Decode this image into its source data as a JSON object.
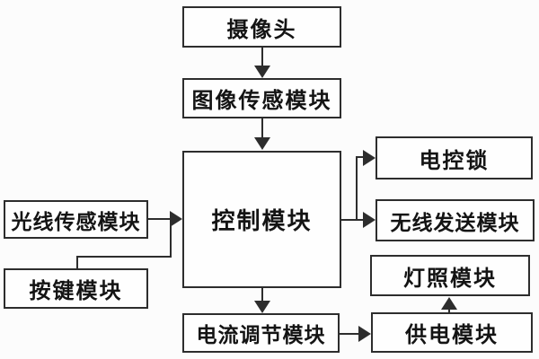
{
  "diagram": {
    "type": "block-diagram",
    "colors": {
      "background": "#fcfcfc",
      "line": "#2d2d2d",
      "box_fill": "#fefefe",
      "text": "#141414"
    },
    "nodes": {
      "camera": {
        "label": "摄像头"
      },
      "image_sensor": {
        "label": "图像传感模块"
      },
      "control": {
        "label": "控制模块"
      },
      "light_sensor": {
        "label": "光线传感模块"
      },
      "button": {
        "label": "按键模块"
      },
      "electric_lock": {
        "label": "电控锁"
      },
      "wireless_send": {
        "label": "无线发送模块"
      },
      "lighting": {
        "label": "灯照模块"
      },
      "power_supply": {
        "label": "供电模块"
      },
      "current_regulation": {
        "label": "电流调节模块"
      }
    },
    "edges": [
      {
        "from": "camera",
        "to": "image_sensor",
        "arrow": true
      },
      {
        "from": "image_sensor",
        "to": "control",
        "arrow": true
      },
      {
        "from": "light_sensor",
        "to": "control",
        "arrow": true
      },
      {
        "from": "button",
        "to": "control",
        "arrow": true,
        "note": "merges into light_sensor arrow"
      },
      {
        "from": "control",
        "to": "electric_lock",
        "arrow": true
      },
      {
        "from": "control",
        "to": "wireless_send",
        "arrow": true
      },
      {
        "from": "control",
        "to": "current_regulation",
        "arrow": true
      },
      {
        "from": "current_regulation",
        "to": "power_supply",
        "arrow": true
      },
      {
        "from": "power_supply",
        "to": "lighting",
        "arrow": true
      }
    ]
  }
}
